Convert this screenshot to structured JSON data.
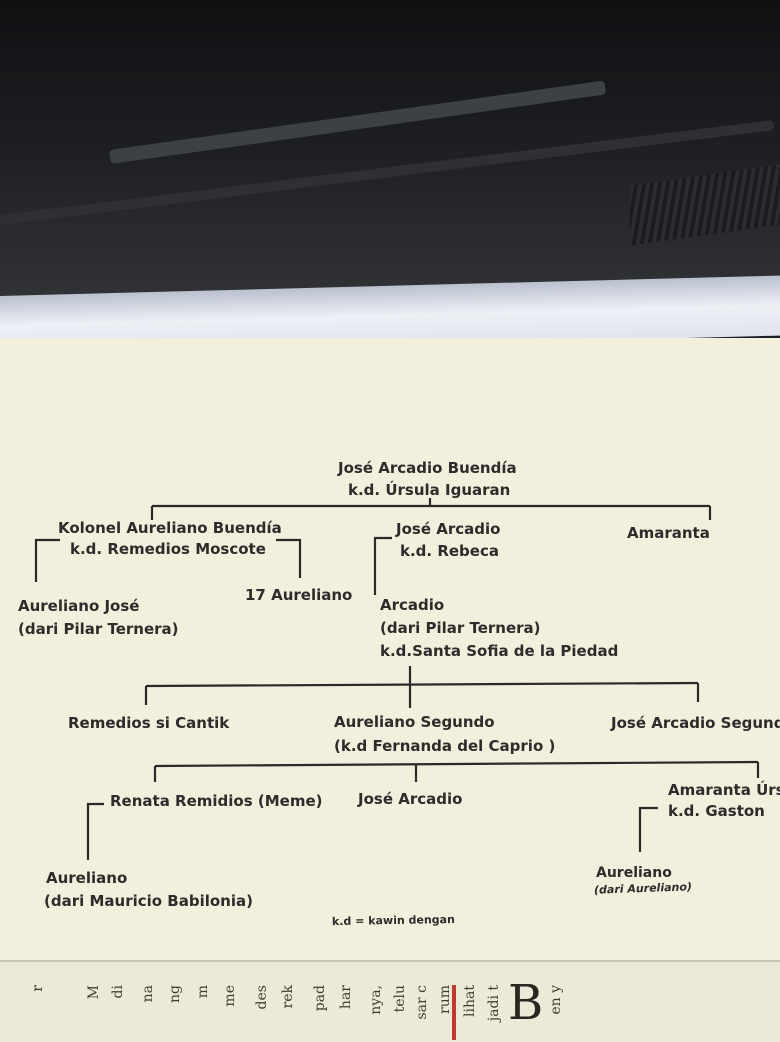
{
  "root": {
    "name": "José Arcadio Buendía",
    "spouse": "k.d. Úrsula Iguaran"
  },
  "gen2": {
    "kolonel": {
      "name": "Kolonel Aureliano Buendía",
      "spouse": "k.d. Remedios Moscote"
    },
    "jose_arcadio": {
      "name": "José Arcadio",
      "spouse": "k.d. Rebeca"
    },
    "amaranta": {
      "name": "Amaranta"
    }
  },
  "gen3": {
    "aureliano_jose": {
      "name": "Aureliano José",
      "note": "(dari Pilar Ternera)"
    },
    "seventeen": {
      "name": "17 Aureliano"
    },
    "arcadio": {
      "name": "Arcadio",
      "note": "(dari Pilar Ternera)",
      "spouse": "k.d.Santa Sofia de la Piedad"
    }
  },
  "gen4": {
    "remedios": {
      "name": "Remedios si Cantik"
    },
    "segundo": {
      "name": "Aureliano Segundo",
      "spouse": "(k.d Fernanda del Caprio )"
    },
    "jose_segundo": {
      "name": "José Arcadio Segund"
    }
  },
  "gen5": {
    "renata": {
      "name": "Renata Remidios (Meme)"
    },
    "jose_arcadio": {
      "name": "José Arcadio"
    },
    "amaranta_ursula": {
      "name": "Amaranta Úrs",
      "spouse": "k.d. Gaston"
    }
  },
  "gen6": {
    "aureliano_meme": {
      "name": "Aureliano",
      "note": "(dari Mauricio Babilonia)"
    },
    "aureliano_amaranta": {
      "name": "Aureliano",
      "note": "(dari Aureliano)"
    }
  },
  "legend": "k.d = kawin dengan",
  "book_edge": {
    "big_letter": "B",
    "columns": [
      "en y",
      "jadi t",
      "lihat",
      "rum",
      "sar c",
      "telu",
      "nya,",
      "har",
      "pad",
      "rek",
      "des",
      "me",
      "m",
      "ng",
      "na",
      "di",
      "M",
      "r"
    ]
  }
}
